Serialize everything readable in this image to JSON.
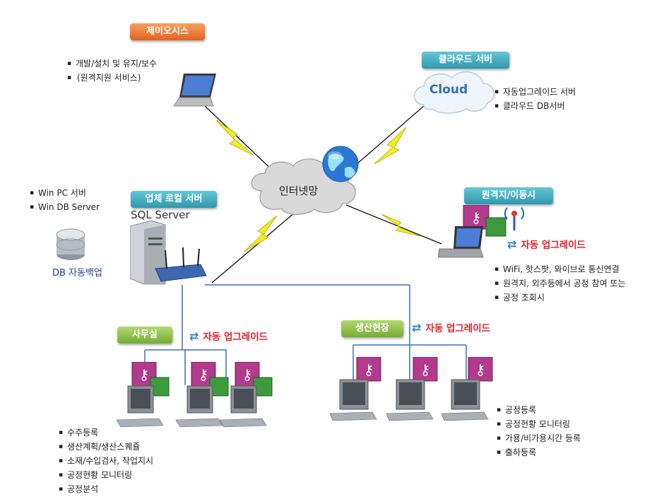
{
  "jeiosys": {
    "badge": "제이오시스",
    "notes": [
      "개발/설치 및 유지/보수",
      "(원격지원 서비스)"
    ]
  },
  "cloud": {
    "badge": "클라우드 서버",
    "logo_text": "Cloud",
    "notes": [
      "자동업그레이드 서버",
      "클라우드 DB서버"
    ]
  },
  "internet": {
    "label": "인터넷망"
  },
  "local_server": {
    "badge": "업체 로컬 서버",
    "sql_text": "SQL Server",
    "notes": [
      "Win PC 서버",
      "Win DB Server"
    ],
    "db_label": "DB 자동백업"
  },
  "remote": {
    "badge": "원격지/이동시",
    "auto_upgrade": "자동 업그레이드",
    "notes": [
      "WiFi, 핫스팟, 와이브로 통신연결",
      "원격지, 외주등에서 공정 참여 또는",
      "공정 조회시"
    ]
  },
  "office": {
    "badge": "사무실",
    "auto_upgrade": "자동 업그레이드",
    "notes": [
      "수주등록",
      "생산계획/생산스퀘쥴",
      "소재/수입검사, 작업지시",
      "공정현황 모니터링",
      "공정분석"
    ]
  },
  "production": {
    "badge": "생산현장",
    "auto_upgrade": "자동 업그레이드",
    "notes": [
      "공정등록",
      "공정현황 모니터링",
      "가용/비가용시간 등록",
      "출하등록"
    ]
  },
  "colors": {
    "orange": "#e5621e",
    "teal": "#2f98ad",
    "green": "#76ad33",
    "red": "#e3242b",
    "bolt": "#f2ee1f",
    "line": "#3a6fc0"
  }
}
